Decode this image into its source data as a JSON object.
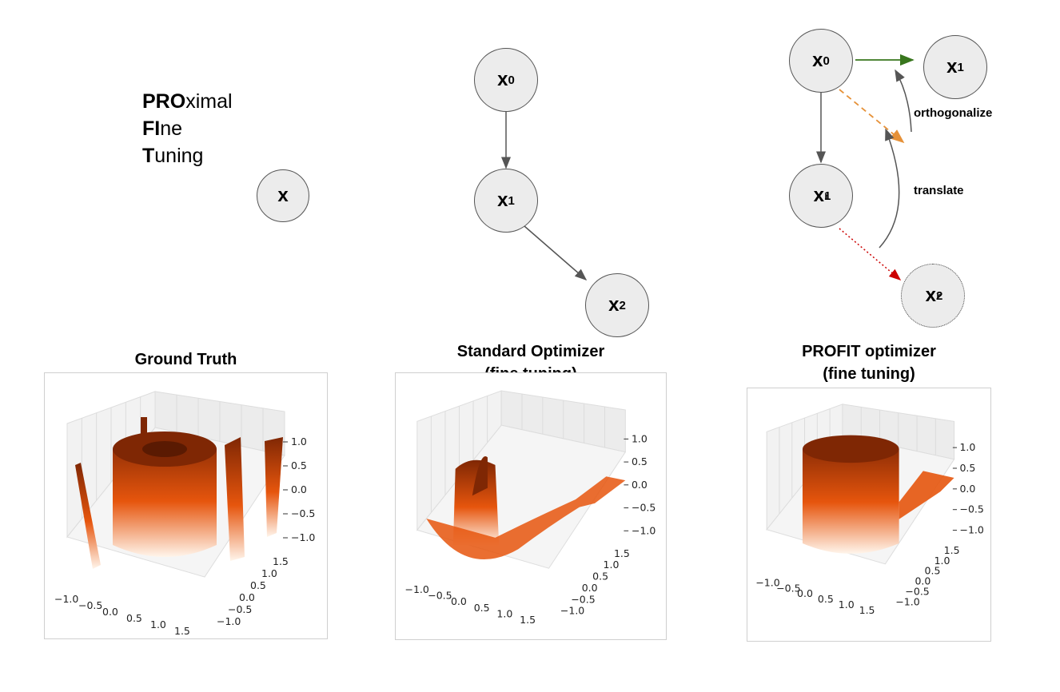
{
  "acronym": {
    "line1_bold": "PRO",
    "line1_rest": "ximal",
    "line2_bold": "FI",
    "line2_rest": "ne",
    "line3_bold": "T",
    "line3_rest": "uning"
  },
  "nodes": {
    "x": "x",
    "x0": "x",
    "x0_sub": "0",
    "x1": "x",
    "x1_sub": "1",
    "x2": "x",
    "x2_sub": "2",
    "p_x0": "x",
    "p_x0_sub": "0",
    "p_x1": "x",
    "p_x1_sub": "1",
    "p_x1r": "x",
    "p_x1r_sub": "1",
    "p_x1r_sup": "r",
    "p_x2r": "x",
    "p_x2r_sub": "2",
    "p_x2r_sup": "r"
  },
  "edge_labels": {
    "orthogonalize": "orthogonalize",
    "translate": "translate"
  },
  "colors": {
    "arrow_default": "#555555",
    "arrow_green": "#38761d",
    "arrow_orange": "#e69138",
    "arrow_red": "#cc0000",
    "surface_dark": "#7f2704",
    "surface_mid": "#e6550d",
    "surface_light": "#fff5eb"
  },
  "plots": [
    {
      "title_line1": "Ground Truth",
      "title_line2": "",
      "z_ticks": [
        "1.0",
        "0.5",
        "0.0",
        "−0.5",
        "−1.0"
      ],
      "x_ticks": [
        "−1.0",
        "−0.5",
        "0.0",
        "0.5",
        "1.0",
        "1.5"
      ],
      "y_ticks": [
        "1.5",
        "1.0",
        "0.5",
        "0.0",
        "−0.5",
        "−1.0"
      ]
    },
    {
      "title_line1": "Standard Optimizer",
      "title_line2": "(fine tuning)",
      "z_ticks": [
        "1.0",
        "0.5",
        "0.0",
        "−0.5",
        "−1.0"
      ],
      "x_ticks": [
        "−1.0",
        "−0.5",
        "0.0",
        "0.5",
        "1.0",
        "1.5"
      ],
      "y_ticks": [
        "1.5",
        "1.0",
        "0.5",
        "0.0",
        "−0.5",
        "−1.0"
      ]
    },
    {
      "title_line1": "PROFIT optimizer",
      "title_line2": "(fine tuning)",
      "z_ticks": [
        "1.0",
        "0.5",
        "0.0",
        "−0.5",
        "−1.0"
      ],
      "x_ticks": [
        "−1.0",
        "−0.5",
        "0.0",
        "0.5",
        "1.0",
        "1.5"
      ],
      "y_ticks": [
        "1.5",
        "1.0",
        "0.5",
        "0.0",
        "−0.5",
        "−1.0"
      ]
    }
  ]
}
